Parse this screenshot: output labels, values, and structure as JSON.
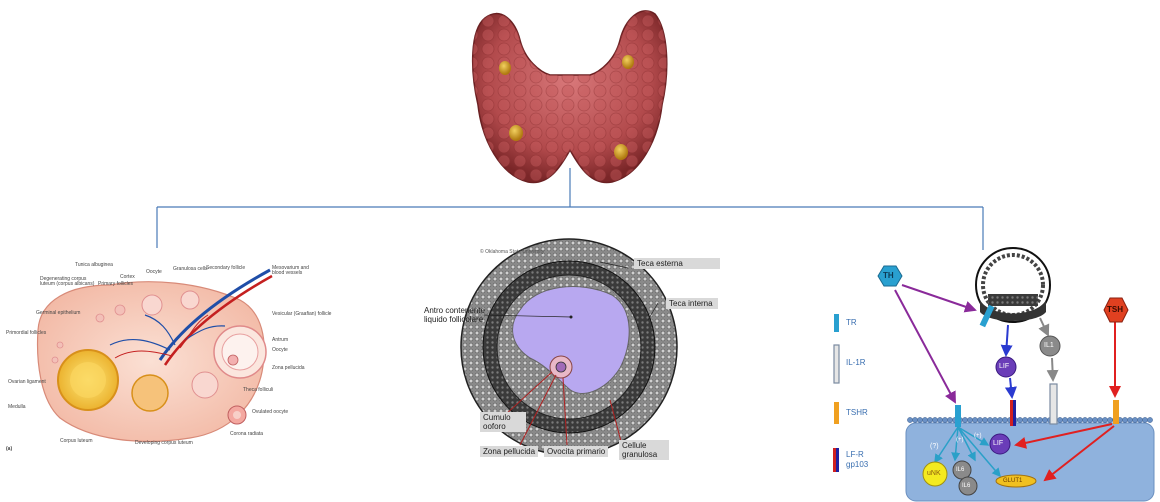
{
  "ovary": {
    "labels": {
      "tunica": "Tunica albuginea",
      "degenerating": "Degenerating corpus luteum (corpus albicans)",
      "germinal": "Germinal epithelium",
      "primordial": "Primordial follicles",
      "primary": "Primary follicles",
      "cortex": "Cortex",
      "oocyte_top": "Oocyte",
      "granulosa": "Granulosa cells",
      "secondary": "Secondary follicle",
      "mesovarium": "Mesovarium and blood vessels",
      "vesicular": "Vesicular (Graafian) follicle",
      "antrum": "Antrum",
      "oocyte_right": "Oocyte",
      "zona": "Zona pellucida",
      "theca": "Theca folliculi",
      "ovarian_lig": "Ovarian ligament",
      "medulla": "Medulla",
      "corpus_luteum": "Corpus luteum",
      "developing": "Developing corpus luteum",
      "ovulated": "Ovulated oocyte",
      "corona": "Corona radiata",
      "panel": "(a)"
    }
  },
  "follicle": {
    "copyright": "© Oklahoma State University",
    "labels": {
      "teca_esterna": "Teca esterna",
      "teca_interna": "Teca interna",
      "antro": "Antro contenente liquido follicolare",
      "cumulo": "Cumulo ooforo",
      "zona": "Zona pellucida",
      "ovocita": "Ovocita primario",
      "cellule": "Cellule granulosa"
    }
  },
  "signaling": {
    "nodes": {
      "th": "TH",
      "tsh": "TSH",
      "lif": "LIF",
      "il1": "IL1",
      "unk": "uNK",
      "il6a": "IL6",
      "il6b": "IL6",
      "glut1": "GLUT1",
      "lif2": "LIF",
      "q": "(?)",
      "plus1": "(+)",
      "plus2": "(+)"
    },
    "legend": {
      "tr": "TR",
      "il1r": "IL-1R",
      "tshr": "TSHR",
      "lfr": "LF-R gp103"
    },
    "colors": {
      "th": "#29a0d0",
      "tsh": "#e04020",
      "lif": "#6a3db8",
      "tshr": "#f0a020",
      "cell": "#8fb2dd"
    }
  }
}
